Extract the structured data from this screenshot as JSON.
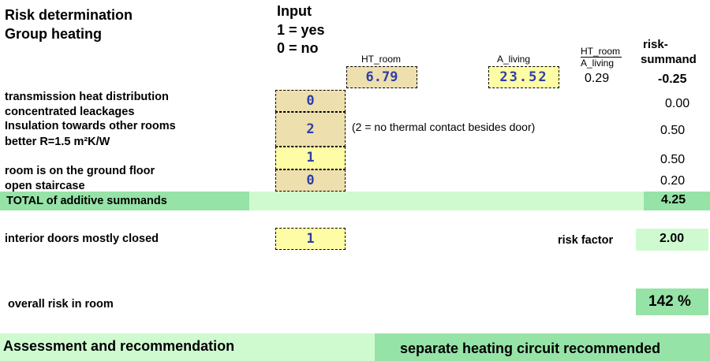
{
  "title_line1": "Risk determination",
  "title_line2": "Group heating",
  "input_header": [
    "Input",
    "1 = yes",
    "0 = no"
  ],
  "ht_room_label": "HT_room",
  "ht_room_value": "6.79",
  "a_living_label": "A_living",
  "a_living_value": "23.52",
  "ratio_label_top": "HT_room",
  "ratio_label_bottom": "A_living",
  "ratio_value": "0.29",
  "risk_summand_header": [
    "risk-",
    "summand"
  ],
  "risk_summand_ratio": "-0.25",
  "rows": [
    {
      "label1": "transmission heat distribution",
      "label2": "concentrated leackages",
      "input": "0",
      "summand": "0.00"
    },
    {
      "label1": "Insulation towards other rooms",
      "label2": "better R=1.5 m²K/W",
      "input": "2",
      "summand": "0.50",
      "note": "(2 = no thermal contact besides door)"
    },
    {
      "label1": "",
      "label2": "",
      "input": "1",
      "summand": "0.50"
    },
    {
      "label1": "room is on the ground floor",
      "label2": "open staircase",
      "input": "0",
      "summand": "0.20"
    }
  ],
  "total_label": "TOTAL of additive summands",
  "total_value": "4.25",
  "doors_label": "interior doors mostly closed",
  "doors_input": "1",
  "risk_factor_label": "risk factor",
  "risk_factor_value": "2.00",
  "overall_label": "overall risk in room",
  "overall_value": "142 %",
  "assessment_label": "Assessment and recommendation",
  "recommendation": "separate heating circuit recommended"
}
